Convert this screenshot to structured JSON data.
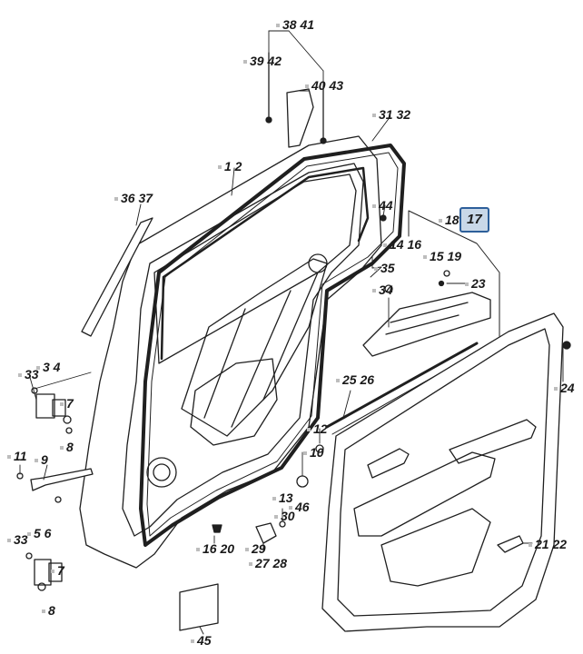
{
  "labels": [
    {
      "id": "p38-41",
      "text": "38 41"
    },
    {
      "id": "p39-42",
      "text": "39 42"
    },
    {
      "id": "p40-43",
      "text": "40 43"
    },
    {
      "id": "p31-32",
      "text": "31 32"
    },
    {
      "id": "p1-2",
      "text": "1 2"
    },
    {
      "id": "p36-37",
      "text": "36 37"
    },
    {
      "id": "p44",
      "text": "44"
    },
    {
      "id": "p18",
      "text": "18"
    },
    {
      "id": "p17",
      "text": "17",
      "highlight": true
    },
    {
      "id": "p14-16",
      "text": "14 16"
    },
    {
      "id": "p15-19",
      "text": "15 19"
    },
    {
      "id": "p35",
      "text": "35"
    },
    {
      "id": "p23",
      "text": "23"
    },
    {
      "id": "p34",
      "text": "34"
    },
    {
      "id": "p12",
      "text": "12"
    },
    {
      "id": "p10",
      "text": "10"
    },
    {
      "id": "p3-4",
      "text": "3 4"
    },
    {
      "id": "p33a",
      "text": "33"
    },
    {
      "id": "p7a",
      "text": "7"
    },
    {
      "id": "p8a",
      "text": "8"
    },
    {
      "id": "p25-26",
      "text": "25 26"
    },
    {
      "id": "p24",
      "text": "24"
    },
    {
      "id": "p11",
      "text": "11"
    },
    {
      "id": "p9",
      "text": "9"
    },
    {
      "id": "p13",
      "text": "13"
    },
    {
      "id": "p46",
      "text": "46"
    },
    {
      "id": "p30",
      "text": "30"
    },
    {
      "id": "p5-6",
      "text": "5 6"
    },
    {
      "id": "p33b",
      "text": "33"
    },
    {
      "id": "p16-20",
      "text": "16 20"
    },
    {
      "id": "p29",
      "text": "29"
    },
    {
      "id": "p27-28",
      "text": "27 28"
    },
    {
      "id": "p21-22",
      "text": "21 22"
    },
    {
      "id": "p7b",
      "text": "7"
    },
    {
      "id": "p8b",
      "text": "8"
    },
    {
      "id": "p45",
      "text": "45"
    }
  ]
}
